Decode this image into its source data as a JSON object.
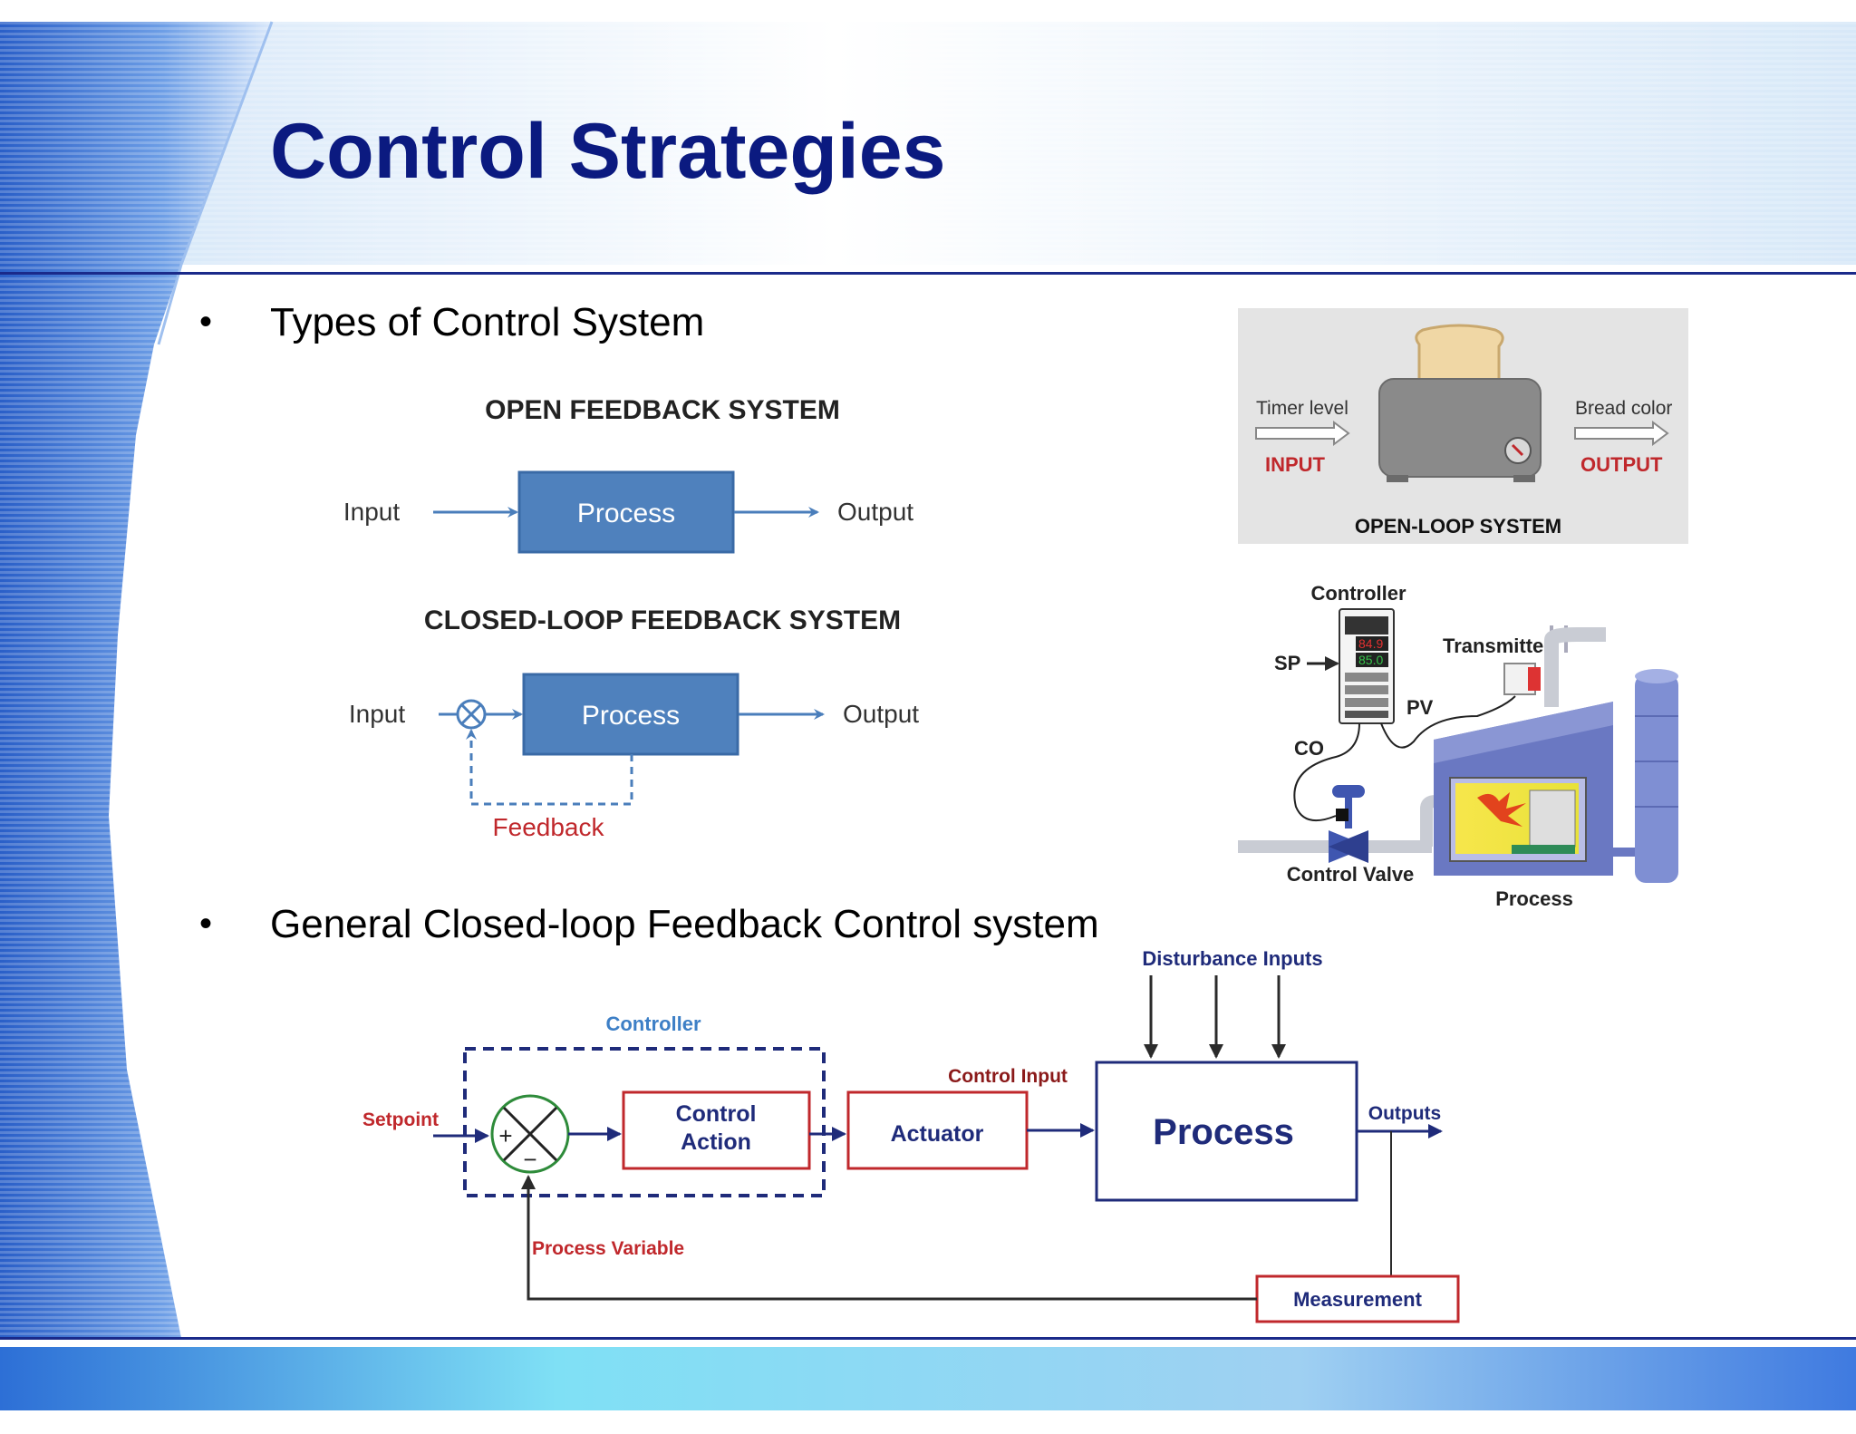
{
  "slide": {
    "title": "Control Strategies",
    "bullets": [
      {
        "bullet": "•",
        "text": "Types of Control System"
      },
      {
        "bullet": "•",
        "text": "General Closed-loop Feedback Control system"
      }
    ]
  },
  "open_feedback": {
    "title": "OPEN FEEDBACK SYSTEM",
    "input": "Input",
    "process": "Process",
    "output": "Output"
  },
  "closed_feedback": {
    "title": "CLOSED-LOOP FEEDBACK SYSTEM",
    "input": "Input",
    "process": "Process",
    "output": "Output",
    "feedback": "Feedback"
  },
  "toaster": {
    "input_top": "Timer level",
    "input_label": "INPUT",
    "output_top": "Bread color",
    "output_label": "OUTPUT",
    "caption": "OPEN-LOOP SYSTEM"
  },
  "plant": {
    "controller": "Controller",
    "sp": "SP",
    "co": "CO",
    "pv": "PV",
    "transmitter": "Transmitter",
    "control_valve": "Control Valve",
    "process": "Process",
    "display_top": "84.9",
    "display_bottom": "85.0"
  },
  "general": {
    "disturbance": "Disturbance Inputs",
    "controller": "Controller",
    "setpoint": "Setpoint",
    "control_action_1": "Control",
    "control_action_2": "Action",
    "control_input": "Control Input",
    "actuator": "Actuator",
    "process": "Process",
    "outputs": "Outputs",
    "process_variable": "Process Variable",
    "measurement": "Measurement",
    "plus": "+",
    "minus": "−"
  },
  "colors": {
    "title": "#0b1a80",
    "block_blue": "#4a7ebb",
    "red": "#c0282c",
    "navy": "#1f2b7a",
    "controller_blue": "#3d7fc6"
  }
}
